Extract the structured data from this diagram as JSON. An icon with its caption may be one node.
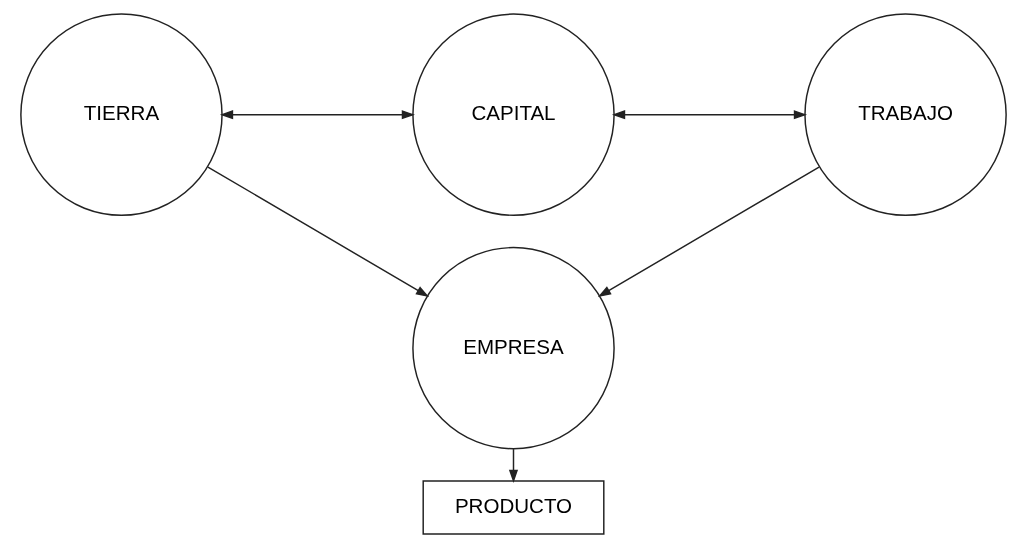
{
  "diagram": {
    "nodes": [
      {
        "text": [
          "TIERRA"
        ]
      },
      {
        "text": [
          "CAPITAL"
        ]
      },
      {
        "text": [
          "TRABAJO"
        ]
      },
      {
        "text": [
          "EMPRESA"
        ]
      },
      {
        "text": [
          "PRODUCTO"
        ]
      }
    ],
    "edges": [
      {
        "from": 0,
        "to": 1,
        "arrow": "both"
      },
      {
        "from": 1,
        "to": 2,
        "arrow": "both"
      },
      {
        "from": 0,
        "to": 3,
        "arrow": "to"
      },
      {
        "from": 2,
        "to": 3,
        "arrow": "to"
      },
      {
        "from": 3,
        "to": 4,
        "arrow": "to"
      }
    ]
  }
}
